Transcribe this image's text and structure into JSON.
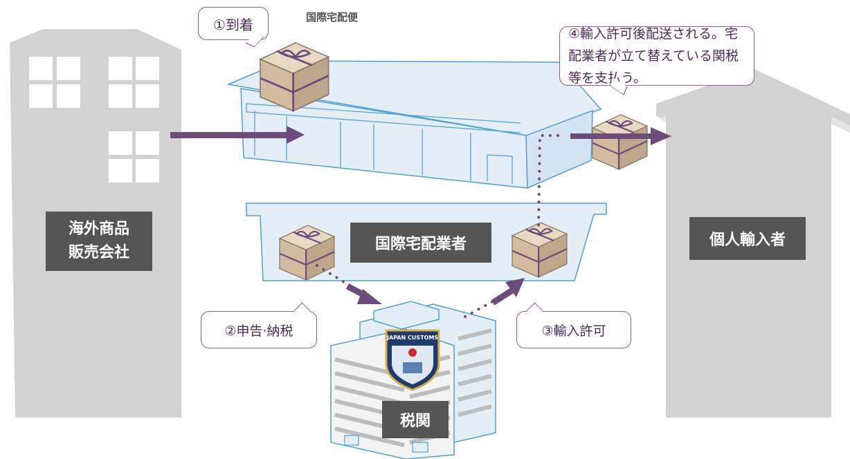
{
  "labels": {
    "seller": "海外商品\n販売会社",
    "carrier": "国際宅配業者",
    "importer": "個人輸入者",
    "customs": "税関",
    "warehouse_caption": "国際宅配便"
  },
  "steps": {
    "arrival": "①到着",
    "declaration": "②申告·納税",
    "permit": "③輸入許可",
    "delivery": "④輸入許可後配送される。宅配業者が立て替えている関税等を支払う。"
  },
  "emblem": {
    "text": "JAPAN CUSTOMS"
  },
  "colors": {
    "arrow": "#6d4b7a",
    "building_gray": "#d2d2d2",
    "building_blue_fill": "#e3eef6",
    "building_blue_stroke": "#4d9fd8",
    "label_bg": "#555555",
    "bubble_border": "#8a5f95"
  }
}
